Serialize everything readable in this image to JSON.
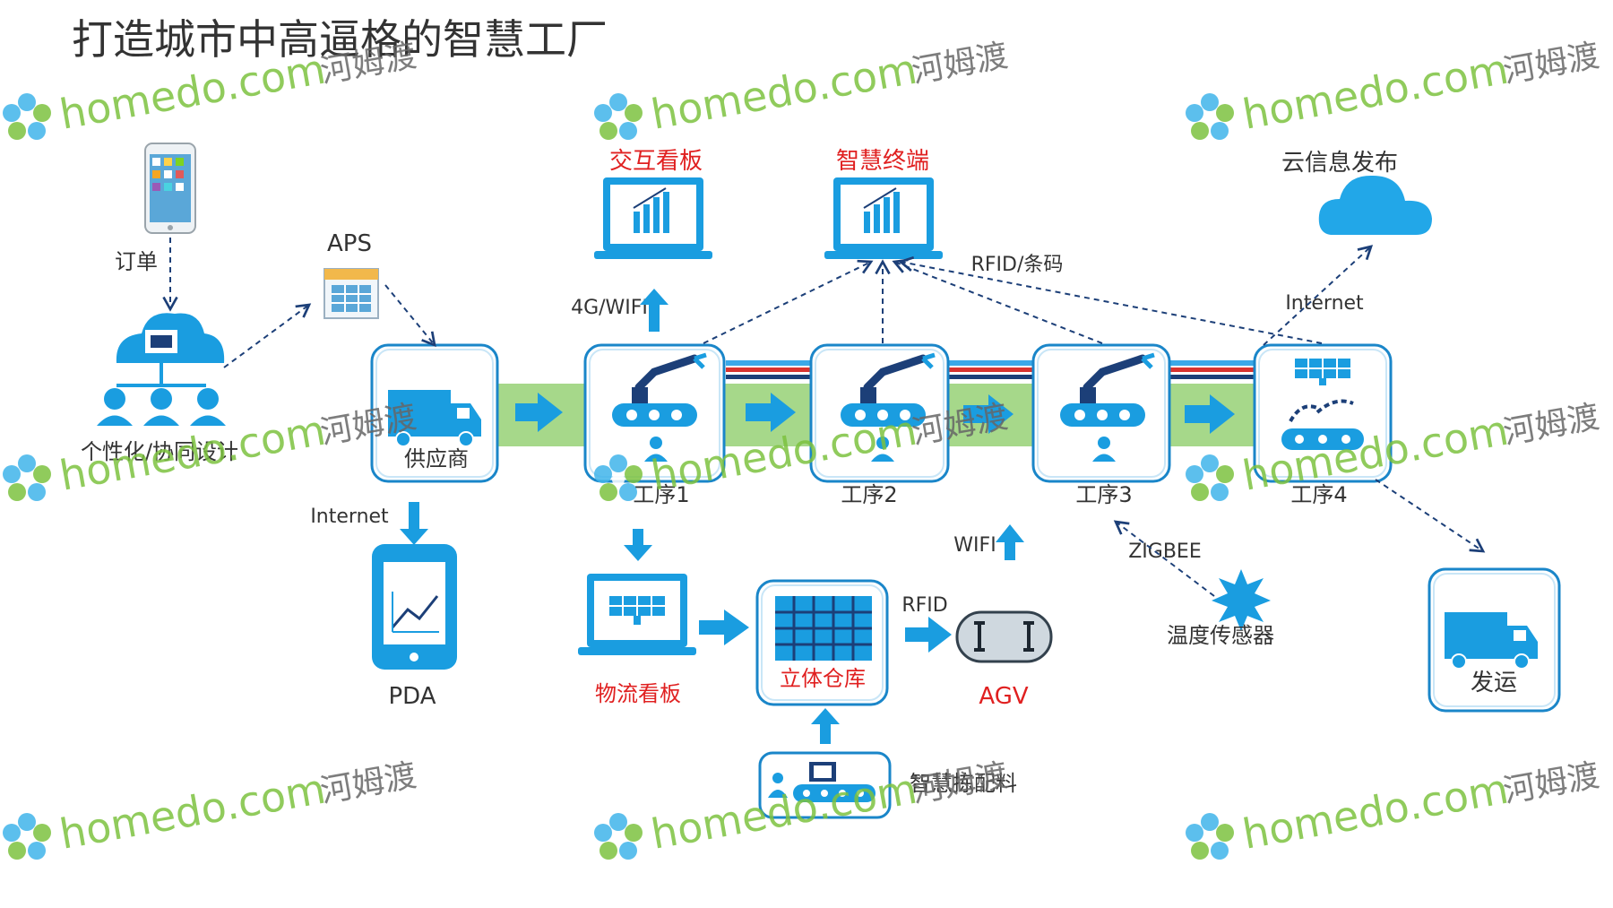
{
  "title": "打造城市中高逼格的智慧工厂",
  "watermark": {
    "site": "homedo.com",
    "brand": "河姆渡"
  },
  "labels": {
    "order": "订单",
    "aps": "APS",
    "personalized_design": "个性化/协同设计",
    "supplier": "供应商",
    "internet_left": "Internet",
    "pda": "PDA",
    "interactive_board": "交互看板",
    "smart_terminal": "智慧终端",
    "cloud_publish": "云信息发布",
    "wifi_4g": "4G/WIFI",
    "rfid_barcode": "RFID/条码",
    "internet_right": "Internet",
    "process1": "工序1",
    "process2": "工序2",
    "process3": "工序3",
    "process4": "工序4",
    "logistics_board": "物流看板",
    "warehouse": "立体仓库",
    "rfid": "RFID",
    "agv": "AGV",
    "wifi": "WIFI",
    "zigbee": "ZIGBEE",
    "temp_sensor": "温度传感器",
    "smart_picking": "智慧拣配料",
    "shipping": "发运"
  },
  "colors": {
    "primary_blue": "#1a9de0",
    "dark_blue": "#1c3f78",
    "red_label": "#e02020",
    "green_band": "#a6d88a",
    "watermark_green": "#7dc23f",
    "watermark_blue": "#3fb4ea",
    "cloud_blue": "#22a7e8"
  }
}
